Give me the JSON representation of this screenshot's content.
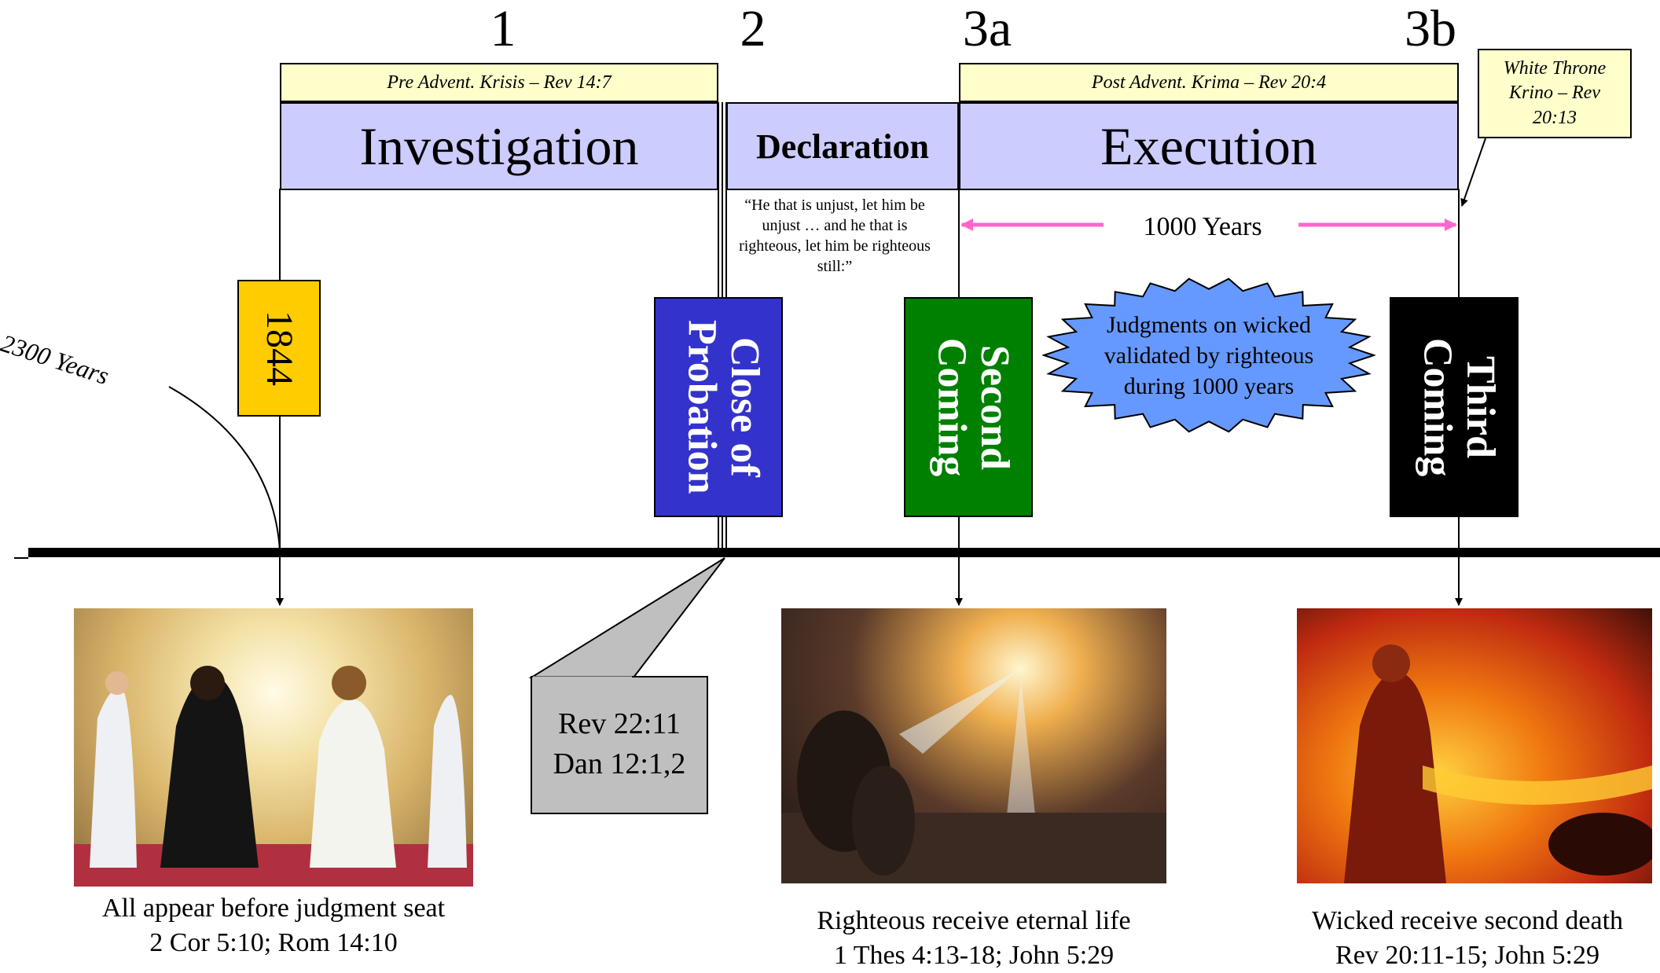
{
  "phase_numbers": {
    "one": "1",
    "two": "2",
    "three_a": "3a",
    "three_b": "3b"
  },
  "headers": {
    "pre_advent": "Pre Advent. Krisis – Rev 14:7",
    "post_advent": "Post Advent. Krima – Rev 20:4",
    "white_throne": "White Throne Krino – Rev 20:13"
  },
  "phases": {
    "investigation": "Investigation",
    "declaration": "Declaration",
    "execution": "Execution"
  },
  "quote": "“He that is unjust, let him be unjust … and he that is righteous, let him be righteous still:”",
  "thousand_years": "1000 Years",
  "years_2300": "2300 Years",
  "events": {
    "year_1844": "1844",
    "close_of_probation": "Close of Probation",
    "second_coming": "Second Coming",
    "third_coming": "Third Coming"
  },
  "burst_text": "Judgments on wicked validated by righteous during 1000 years",
  "callout": {
    "line1": "Rev 22:11",
    "line2": "Dan 12:1,2"
  },
  "captions": {
    "judgment": {
      "line1": "All appear before judgment seat",
      "line2": "2 Cor 5:10; Rom 14:10"
    },
    "righteous": {
      "line1": "Righteous receive eternal life",
      "line2": "1 Thes 4:13-18; John 5:29"
    },
    "wicked": {
      "line1": "Wicked receive second death",
      "line2": "Rev 20:11-15; John 5:29"
    }
  },
  "colors": {
    "header_fill": "#ffffcc",
    "phase_fill": "#ccccff",
    "year_1844": "#ffcc00",
    "close_probation": "#3333cc",
    "second_coming": "#008000",
    "third_coming": "#000000",
    "burst": "#6699ff",
    "arrow_1000": "#ff66cc",
    "callout": "#bfbfbf"
  }
}
